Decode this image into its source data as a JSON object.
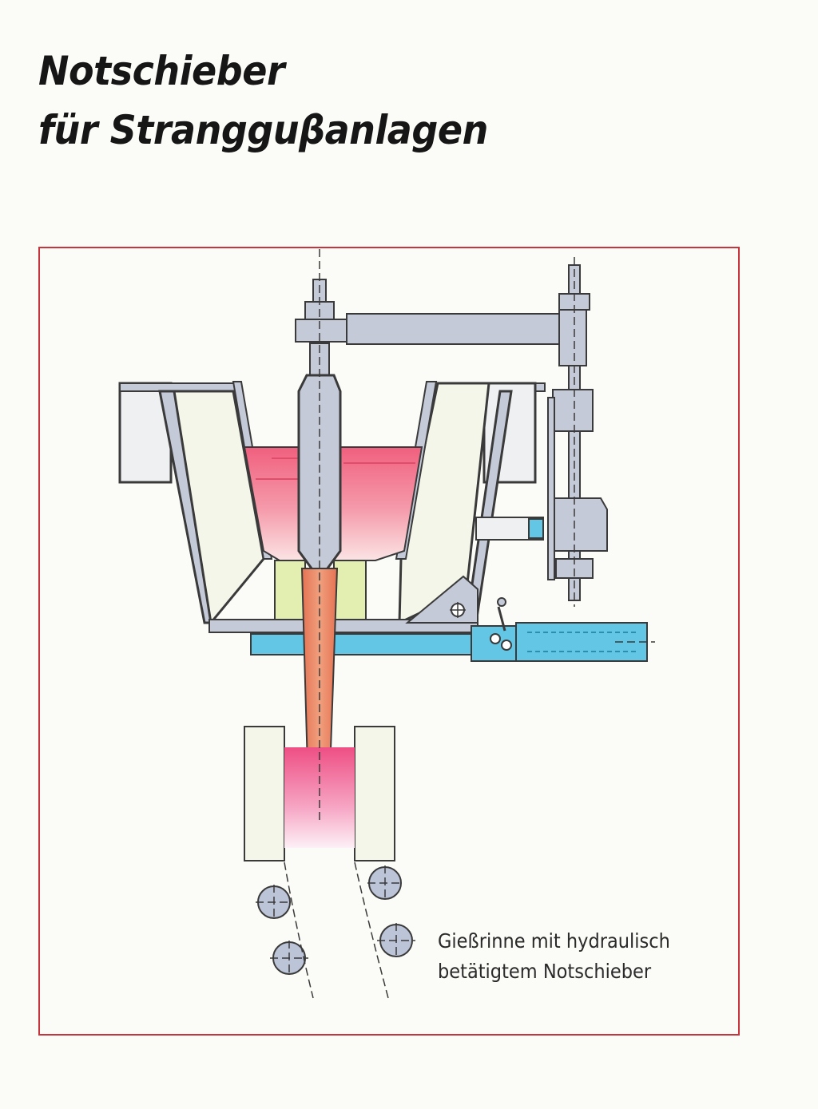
{
  "title": {
    "line1": "Notschieber",
    "line2": "für Strangguβanlagen"
  },
  "caption": {
    "line1": "Gießrinne mit hydraulisch",
    "line2": "betätigtem Notschieber"
  },
  "colors": {
    "frame": "#c8343c",
    "outline": "#3a3a3a",
    "refractory": "#f4f6ea",
    "steel_grey": "#c4cad8",
    "molten_steel": "#f06a84",
    "steel_stream": "#e98562",
    "insert_green": "#e3efb0",
    "hydraulic_cyan": "#63c6e4",
    "roller": "#bcc4d8"
  }
}
